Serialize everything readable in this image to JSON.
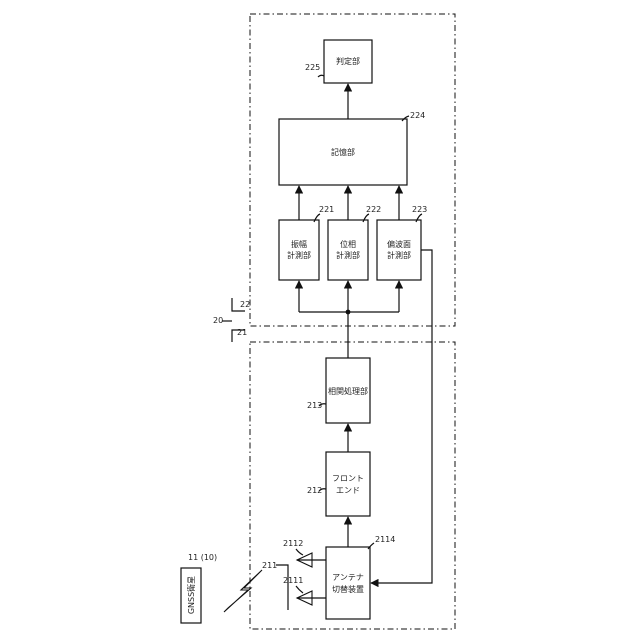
{
  "diagram": {
    "group_labels": {
      "g20": "20",
      "g21": "21",
      "g22": "22"
    },
    "blocks": {
      "judge": {
        "ref": "225",
        "label": "判定部"
      },
      "memory": {
        "ref": "224",
        "label": "記憶部"
      },
      "amp": {
        "ref": "221",
        "line1": "振幅",
        "line2": "計測部"
      },
      "phase": {
        "ref": "222",
        "line1": "位相",
        "line2": "計測部"
      },
      "polar": {
        "ref": "223",
        "line1": "偏波面",
        "line2": "計測部"
      },
      "corr": {
        "ref": "213",
        "label": "相関処理部"
      },
      "frontend": {
        "ref": "212",
        "line1": "フロント",
        "line2": "エンド"
      },
      "antsw": {
        "ref": "2114",
        "line1": "アンテナ",
        "line2": "切替装置"
      }
    },
    "antenna_refs": {
      "group": "211",
      "ant1": "2111",
      "ant2": "2112"
    },
    "satellite": {
      "label": "GNSS衛星",
      "ref": "11 (10)"
    }
  }
}
